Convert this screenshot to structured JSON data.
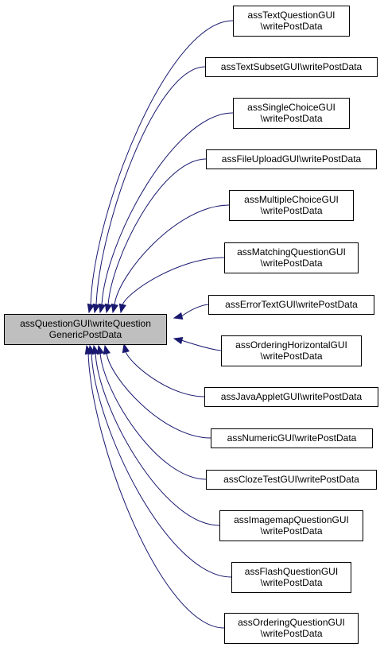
{
  "root": {
    "lines": [
      "assQuestionGUI\\writeQuestion",
      "GenericPostData"
    ]
  },
  "children": [
    {
      "lines": [
        "assTextQuestionGUI",
        "\\writePostData"
      ]
    },
    {
      "lines": [
        "assTextSubsetGUI\\writePostData"
      ]
    },
    {
      "lines": [
        "assSingleChoiceGUI",
        "\\writePostData"
      ]
    },
    {
      "lines": [
        "assFileUploadGUI\\writePostData"
      ]
    },
    {
      "lines": [
        "assMultipleChoiceGUI",
        "\\writePostData"
      ]
    },
    {
      "lines": [
        "assMatchingQuestionGUI",
        "\\writePostData"
      ]
    },
    {
      "lines": [
        "assErrorTextGUI\\writePostData"
      ]
    },
    {
      "lines": [
        "assOrderingHorizontalGUI",
        "\\writePostData"
      ]
    },
    {
      "lines": [
        "assJavaAppletGUI\\writePostData"
      ]
    },
    {
      "lines": [
        "assNumericGUI\\writePostData"
      ]
    },
    {
      "lines": [
        "assClozeTestGUI\\writePostData"
      ]
    },
    {
      "lines": [
        "assImagemapQuestionGUI",
        "\\writePostData"
      ]
    },
    {
      "lines": [
        "assFlashQuestionGUI",
        "\\writePostData"
      ]
    },
    {
      "lines": [
        "assOrderingQuestionGUI",
        "\\writePostData"
      ]
    }
  ],
  "colors": {
    "edge": "#191970",
    "root_fill": "#bfbfbf",
    "node_fill": "#ffffff"
  }
}
